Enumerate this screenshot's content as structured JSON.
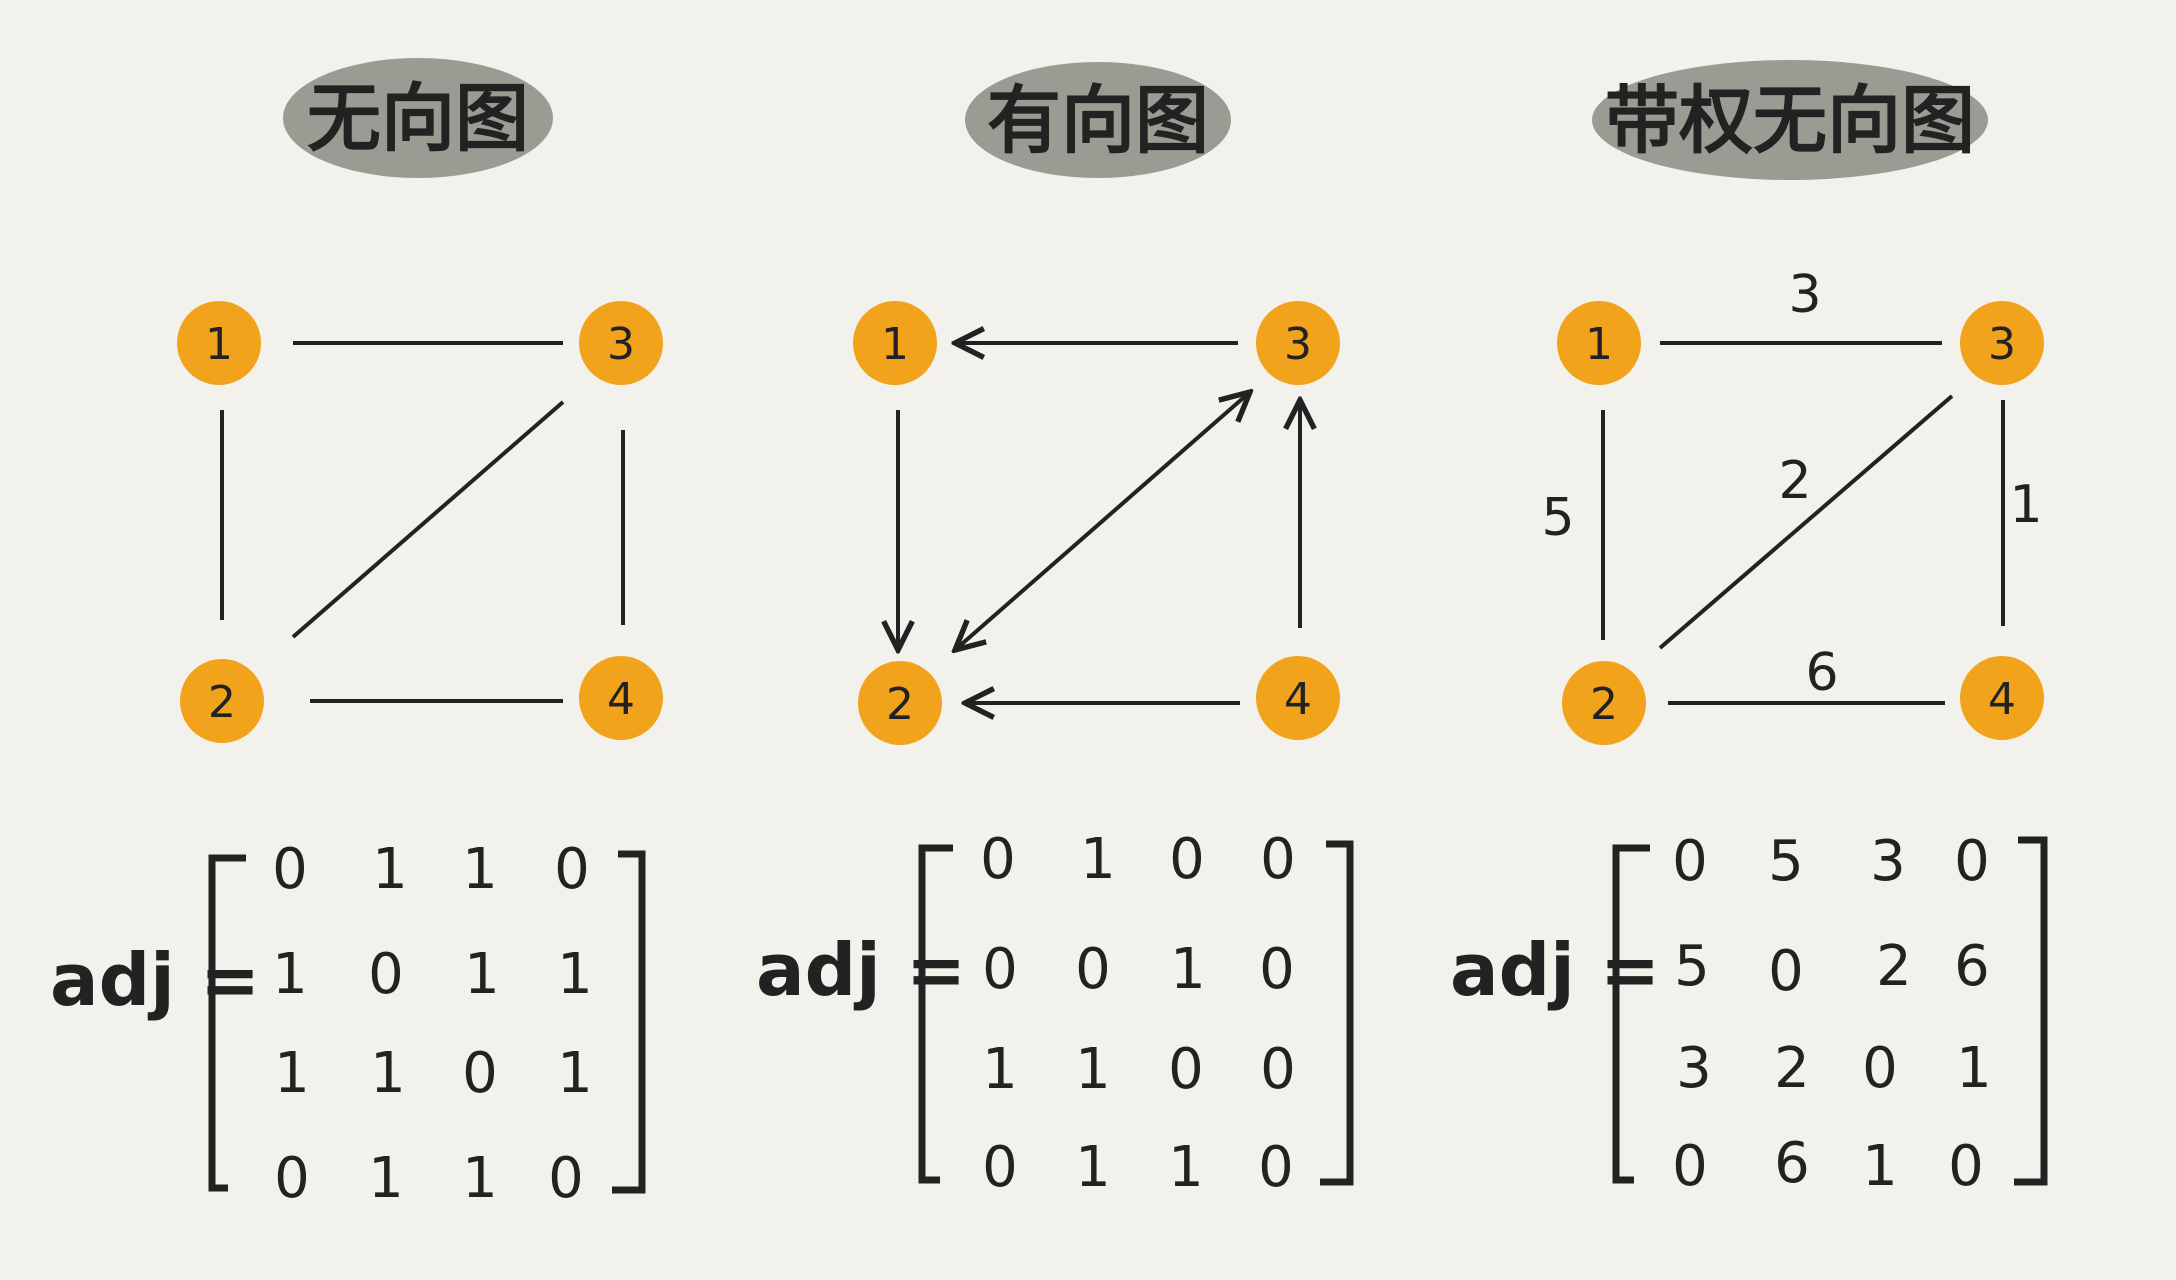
{
  "colors": {
    "background": "#f3f1ec",
    "node_fill": "#f1a31c",
    "pill_fill": "#9b9b93",
    "ink": "#222222"
  },
  "adj_label": "adj =",
  "panels": [
    {
      "id": "undirected",
      "title": "无向图",
      "nodes": [
        "1",
        "3",
        "2",
        "4"
      ],
      "edges": [
        {
          "from": "1",
          "to": "3",
          "arrows": "none"
        },
        {
          "from": "1",
          "to": "2",
          "arrows": "none"
        },
        {
          "from": "2",
          "to": "3",
          "arrows": "none"
        },
        {
          "from": "3",
          "to": "4",
          "arrows": "none"
        },
        {
          "from": "2",
          "to": "4",
          "arrows": "none"
        }
      ],
      "matrix": [
        [
          "0",
          "1",
          "1",
          "0"
        ],
        [
          "1",
          "0",
          "1",
          "1"
        ],
        [
          "1",
          "1",
          "0",
          "1"
        ],
        [
          "0",
          "1",
          "1",
          "0"
        ]
      ]
    },
    {
      "id": "directed",
      "title": "有向图",
      "nodes": [
        "1",
        "3",
        "2",
        "4"
      ],
      "edges": [
        {
          "from": "3",
          "to": "1",
          "arrows": "end"
        },
        {
          "from": "1",
          "to": "2",
          "arrows": "end"
        },
        {
          "from": "2",
          "to": "3",
          "arrows": "both"
        },
        {
          "from": "4",
          "to": "3",
          "arrows": "end"
        },
        {
          "from": "4",
          "to": "2",
          "arrows": "end"
        }
      ],
      "matrix": [
        [
          "0",
          "1",
          "0",
          "0"
        ],
        [
          "0",
          "0",
          "1",
          "0"
        ],
        [
          "1",
          "1",
          "0",
          "0"
        ],
        [
          "0",
          "1",
          "1",
          "0"
        ]
      ]
    },
    {
      "id": "weighted",
      "title": "带权无向图",
      "nodes": [
        "1",
        "3",
        "2",
        "4"
      ],
      "edges": [
        {
          "from": "1",
          "to": "3",
          "arrows": "none",
          "weight": "3"
        },
        {
          "from": "1",
          "to": "2",
          "arrows": "none",
          "weight": "5"
        },
        {
          "from": "2",
          "to": "3",
          "arrows": "none",
          "weight": "2"
        },
        {
          "from": "3",
          "to": "4",
          "arrows": "none",
          "weight": "1"
        },
        {
          "from": "2",
          "to": "4",
          "arrows": "none",
          "weight": "6"
        }
      ],
      "matrix": [
        [
          "0",
          "5",
          "3",
          "0"
        ],
        [
          "5",
          "0",
          "2",
          "6"
        ],
        [
          "3",
          "2",
          "0",
          "1"
        ],
        [
          "0",
          "6",
          "1",
          "0"
        ]
      ]
    }
  ]
}
